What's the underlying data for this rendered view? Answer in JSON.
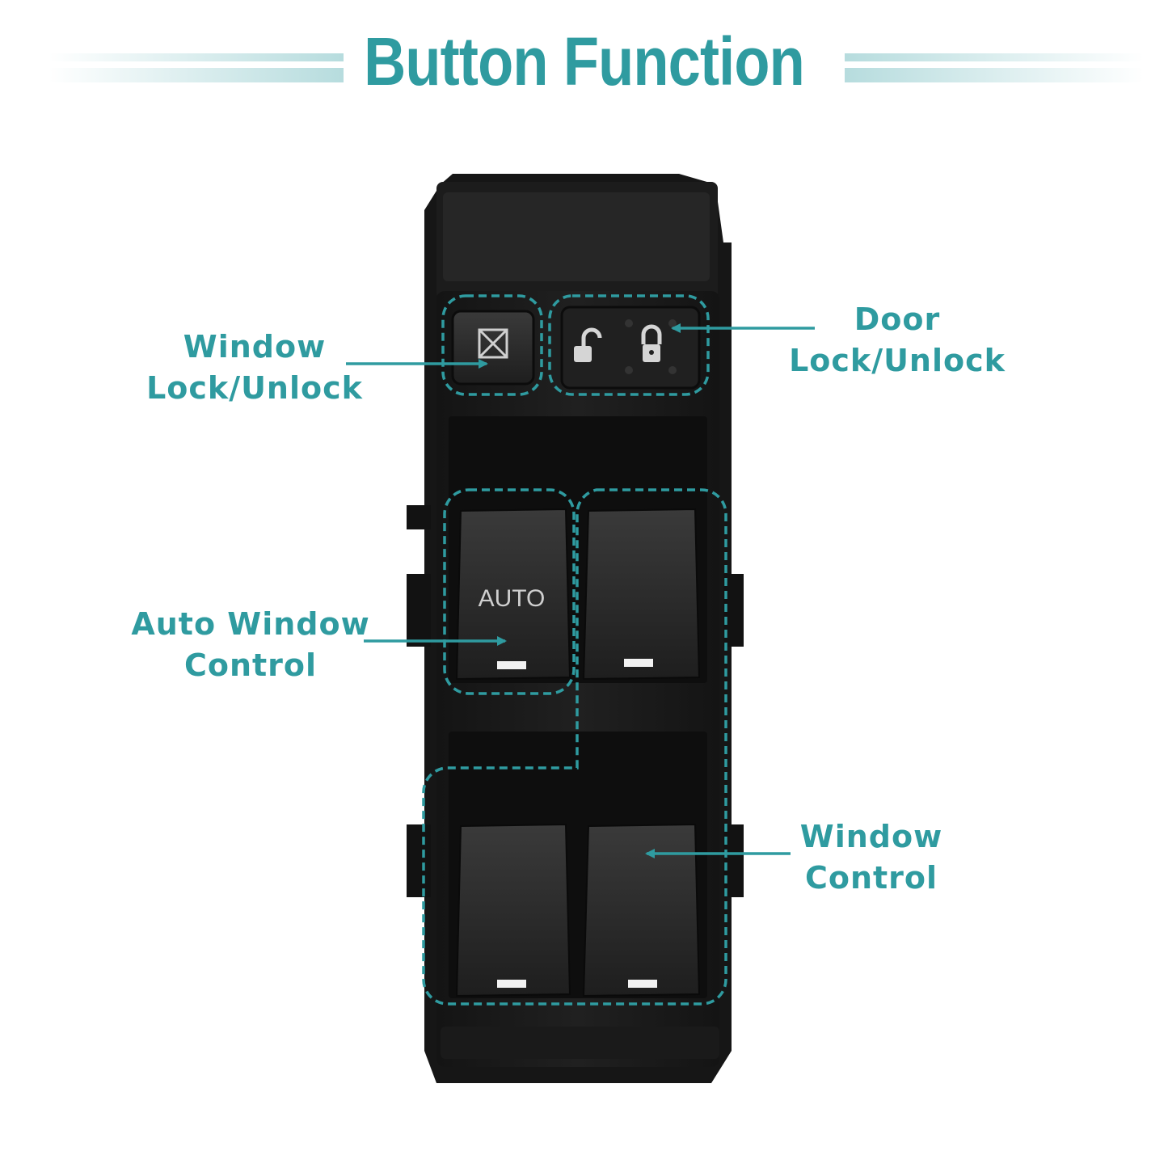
{
  "title": "Button Function",
  "colors": {
    "accent": "#2f9ba0",
    "switch_body": "#1b1b1b",
    "switch_button": "#2b2b2b"
  },
  "labels": {
    "window_lock": {
      "line1": "Window",
      "line2": "Lock/Unlock"
    },
    "door_lock": {
      "line1": "Door",
      "line2": "Lock/Unlock"
    },
    "auto_window": {
      "line1": "Auto Window",
      "line2": "Control"
    },
    "window_control": {
      "line1": "Window",
      "line2": "Control"
    }
  },
  "switch": {
    "auto_button_text": "AUTO",
    "icons": [
      "window-lock-icon",
      "unlocked-padlock-icon",
      "locked-padlock-icon"
    ]
  }
}
